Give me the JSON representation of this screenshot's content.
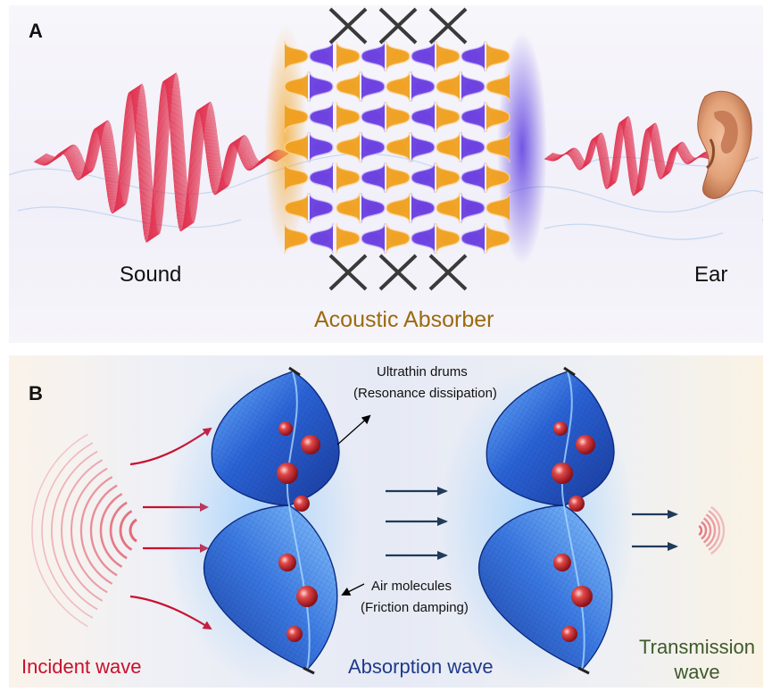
{
  "panel_a": {
    "letter": "A",
    "sound_label": "Sound",
    "ear_label": "Ear",
    "absorber_label": "Acoustic Absorber",
    "colors": {
      "wave": "#e0304e",
      "purple": "#6a3ee0",
      "orange": "#f0a020",
      "rod": "#3a3a3a",
      "label_gold": "#9c6a10"
    }
  },
  "panel_b": {
    "letter": "B",
    "drums_label": "Ultrathin drums",
    "drums_sub": "(Resonance dissipation)",
    "air_label": "Air molecules",
    "air_sub": "(Friction damping)",
    "incident_label": "Incident wave",
    "absorption_label": "Absorption wave",
    "transmission_label_1": "Transmission",
    "transmission_label_2": "wave",
    "colors": {
      "incident": "#c8102e",
      "absorption": "#1f3a8a",
      "transmission": "#3d5a2a",
      "membrane": "#2d6fd8",
      "arrow_dark": "#1f3a5a",
      "molecule": "#c8202c"
    }
  }
}
